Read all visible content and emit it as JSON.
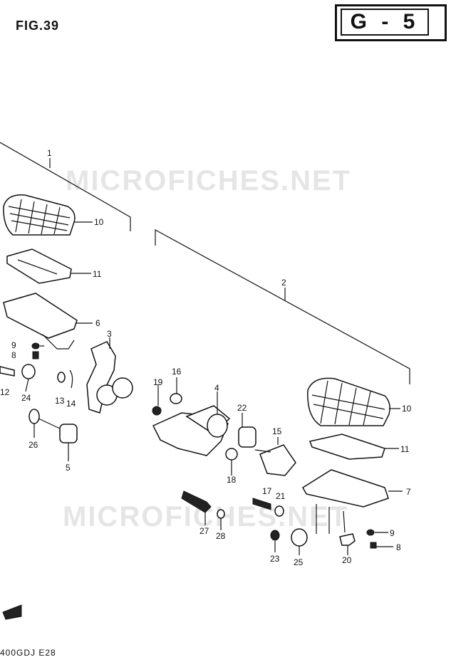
{
  "figure_label": "FIG.39",
  "section_code": "G - 5",
  "watermark": "MICROFICHES.NET",
  "model_code": "400GDJ  E28",
  "part_numbers": [
    "1",
    "2",
    "3",
    "4",
    "5",
    "6",
    "7",
    "8",
    "8",
    "9",
    "9",
    "10",
    "10",
    "11",
    "11",
    "12",
    "13",
    "14",
    "15",
    "16",
    "17",
    "18",
    "19",
    "20",
    "21",
    "22",
    "23",
    "24",
    "25",
    "26",
    "27",
    "28"
  ]
}
